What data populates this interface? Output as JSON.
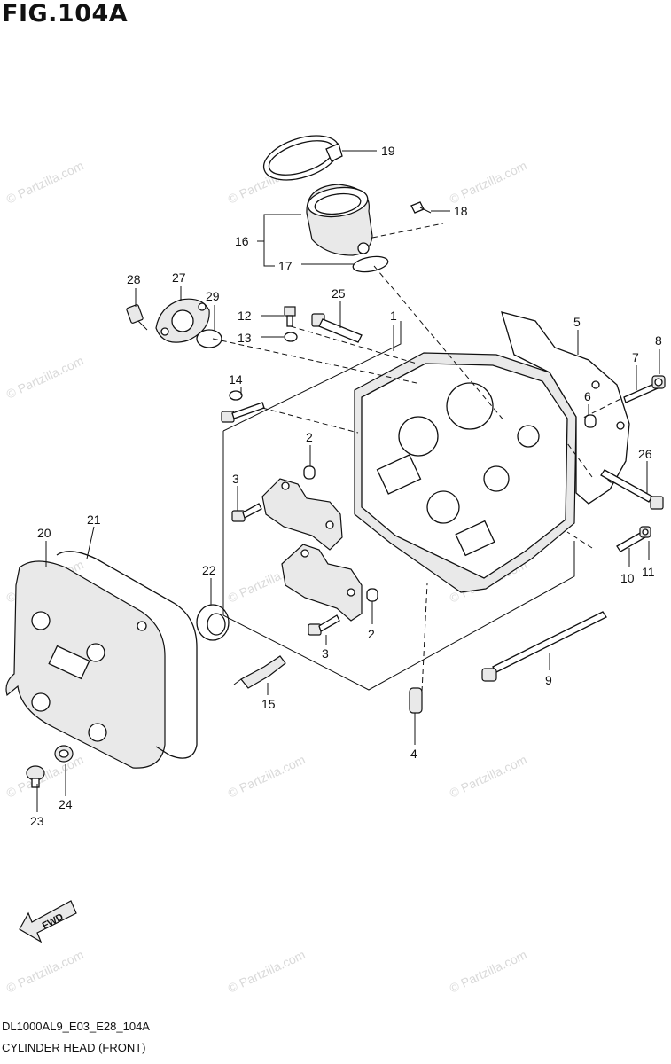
{
  "figure": {
    "title": "FIG.104A",
    "code": "DL1000AL9_E03_E28_104A",
    "name": "CYLINDER HEAD (FRONT)",
    "watermark": "© Partzilla.com",
    "fwd_label": "FWD"
  },
  "callouts": {
    "c1": "1",
    "c2a": "2",
    "c2b": "2",
    "c3a": "3",
    "c3b": "3",
    "c4": "4",
    "c5": "5",
    "c6": "6",
    "c7": "7",
    "c8": "8",
    "c9": "9",
    "c10": "10",
    "c11": "11",
    "c12": "12",
    "c13": "13",
    "c14": "14",
    "c15": "15",
    "c16": "16",
    "c17": "17",
    "c18": "18",
    "c19": "19",
    "c20": "20",
    "c21": "21",
    "c22": "22",
    "c23": "23",
    "c24": "24",
    "c25": "25",
    "c26": "26",
    "c27": "27",
    "c28": "28",
    "c29": "29"
  },
  "colors": {
    "line": "#111111",
    "watermark": "#d9d9d9",
    "background": "#ffffff"
  }
}
